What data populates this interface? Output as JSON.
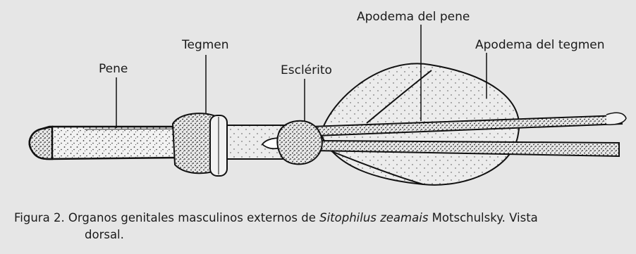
{
  "labels": {
    "pene": "Pene",
    "tegmen": "Tegmen",
    "esclerito": "Esclérito",
    "apodema_pene": "Apodema del pene",
    "apodema_tegmen": "Apodema del tegmen"
  },
  "caption": {
    "line1_prefix": "Figura 2.  Organos genitales masculinos externos de ",
    "genus": "Sitophilus",
    "species": "zeamais",
    "line1_suffix": " Motschulsky. Vista",
    "line2": "dorsal."
  }
}
